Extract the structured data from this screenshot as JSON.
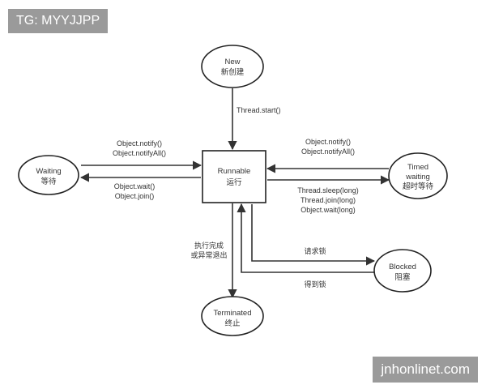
{
  "watermarks": {
    "top_left": "TG: MYYJJPP",
    "bottom_right": "jnhonlinet.com"
  },
  "states": {
    "new": {
      "line1": "New",
      "line2": "新创建"
    },
    "runnable": {
      "line1": "Runnable",
      "line2": "运行"
    },
    "waiting": {
      "line1": "Waiting",
      "line2": "等待"
    },
    "timed_waiting": {
      "line1": "Timed",
      "line2": "waiting",
      "line3": "超时等待"
    },
    "blocked": {
      "line1": "Blocked",
      "line2": "阻塞"
    },
    "terminated": {
      "line1": "Terminated",
      "line2": "终止"
    }
  },
  "transitions": {
    "new_to_runnable": "Thread.start()",
    "waiting_to_runnable": [
      "Object.notify()",
      "Object.notifyAll()"
    ],
    "runnable_to_waiting": [
      "Object.wait()",
      "Object.join()"
    ],
    "timed_to_runnable": [
      "Object.notify()",
      "Object.notifyAll()"
    ],
    "runnable_to_timed": [
      "Thread.sleep(long)",
      "Thread.join(long)",
      "Object.wait(long)"
    ],
    "runnable_to_terminated": [
      "执行完成",
      "或异常退出"
    ],
    "runnable_to_blocked": "请求锁",
    "blocked_to_runnable": "得到锁"
  },
  "colors": {
    "stroke": "#222222",
    "text": "#333333",
    "badge_bg": "#9a9a9a",
    "badge_text": "#ffffff"
  }
}
